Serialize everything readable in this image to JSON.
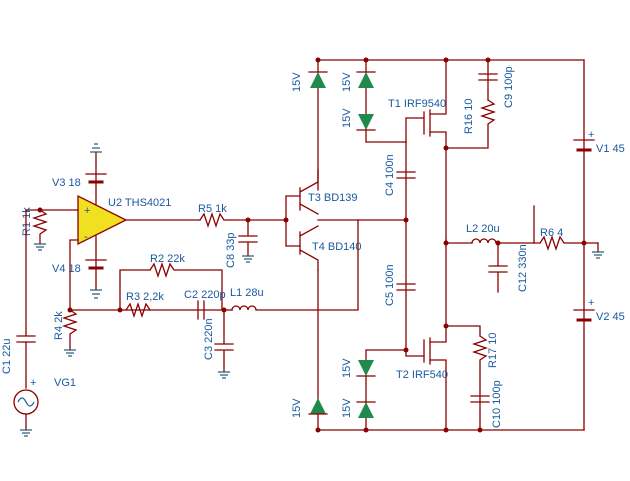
{
  "schematic": {
    "components": {
      "U2": "U2 THS4021",
      "V3": "V3 18",
      "V4": "V4 18",
      "R1": "R1 1k",
      "R2": "R2 22k",
      "R3": "R3 2,2k",
      "R4": "R4 2k",
      "R5": "R5 1k",
      "R6": "R6 4",
      "R16": "R16 10",
      "R17": "R17 10",
      "C1": "C1 22u",
      "C2": "C2 220p",
      "C3": "C3 220n",
      "C4": "C4 100n",
      "C5": "C5 100n",
      "C8": "C8 33p",
      "C9": "C9 100p",
      "C10": "C10 100p",
      "C12": "C12 330n",
      "L1": "L1 28u",
      "L2": "L2 20u",
      "T1": "T1 IRF9540",
      "T2": "T2 IRF540",
      "T3": "T3 BD139",
      "T4": "T4 BD140",
      "V1": "V1 45",
      "V2": "V2 45",
      "VG1": "VG1"
    },
    "zener_label": "15V",
    "plus": "+",
    "minus": "-"
  },
  "colors": {
    "wire": "#8b0000",
    "label": "#1a5aa0",
    "diode": "#1f8a4c",
    "opamp": "#f0e020",
    "ground": "#2e5f7a"
  }
}
